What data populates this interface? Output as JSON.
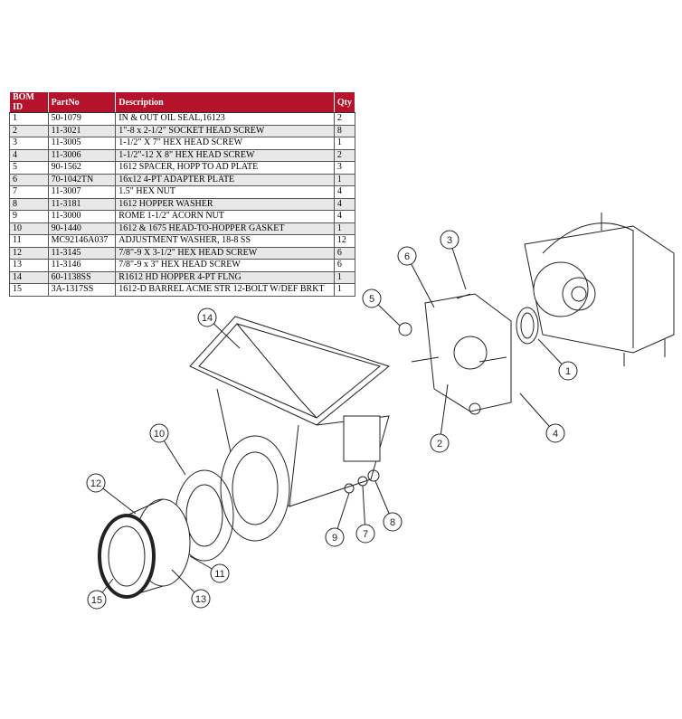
{
  "bom_table": {
    "headers": [
      "BOM ID",
      "PartNo",
      "Description",
      "Qty"
    ],
    "rows": [
      [
        "1",
        "50-1079",
        "IN & OUT OIL SEAL,16123",
        "2"
      ],
      [
        "2",
        "11-3021",
        "1\"-8 x 2-1/2\" SOCKET HEAD SCREW",
        "8"
      ],
      [
        "3",
        "11-3005",
        "1-1/2\" X 7\" HEX HEAD SCREW",
        "1"
      ],
      [
        "4",
        "11-3006",
        "1-1/2\"-12 X 8\" HEX HEAD SCREW",
        "2"
      ],
      [
        "5",
        "90-1562",
        "1612 SPACER, HOPP TO AD PLATE",
        "3"
      ],
      [
        "6",
        "70-1042TN",
        "16x12 4-PT ADAPTER PLATE",
        "1"
      ],
      [
        "7",
        "11-3007",
        "1.5\" HEX NUT",
        "4"
      ],
      [
        "8",
        "11-3181",
        "1612 HOPPER WASHER",
        "4"
      ],
      [
        "9",
        "11-3000",
        "ROME 1-1/2\" ACORN NUT",
        "4"
      ],
      [
        "10",
        "90-1440",
        "1612 & 1675 HEAD-TO-HOPPER GASKET",
        "1"
      ],
      [
        "11",
        "MC92146A037",
        "ADJUSTMENT WASHER, 18-8 SS",
        "12"
      ],
      [
        "12",
        "11-3145",
        "7/8\"-9 X 3-1/2\" HEX HEAD SCREW",
        "6"
      ],
      [
        "13",
        "11-3146",
        "7/8\"-9 x 3\" HEX HEAD SCREW",
        "6"
      ],
      [
        "14",
        "60-1138SS",
        "R1612 HD HOPPER 4-PT FLNG",
        "1"
      ],
      [
        "15",
        "3A-1317SS",
        "1612-D BARREL ACME STR 12-BOLT W/DEF BRKT",
        "1"
      ]
    ]
  },
  "callouts": [
    "1",
    "2",
    "3",
    "4",
    "5",
    "6",
    "7",
    "8",
    "9",
    "10",
    "11",
    "12",
    "13",
    "14",
    "15"
  ],
  "colors": {
    "header": "#b5122b",
    "alt_row": "#e8e8e8"
  }
}
